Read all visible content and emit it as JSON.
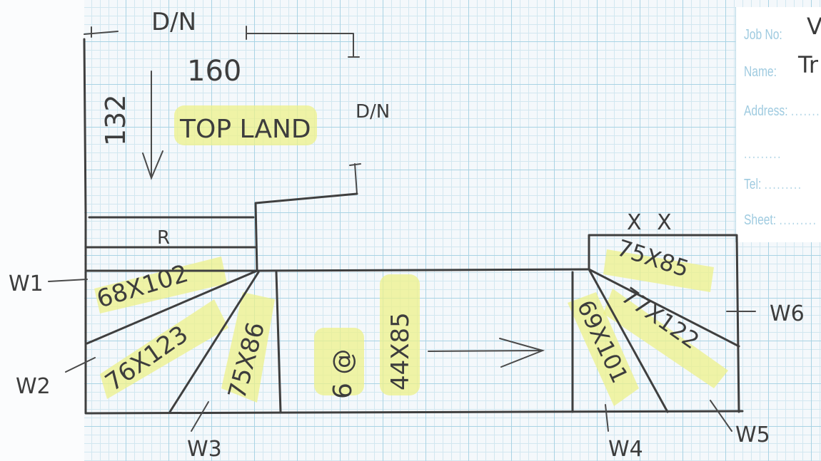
{
  "form": {
    "job_no_label": "Job No:",
    "job_no_value": "V",
    "name_label": "Name:",
    "name_value": "Tr",
    "address_label": "Address:",
    "tel_label": "Tel:",
    "sheet_label": "Sheet:",
    "dots": "........."
  },
  "sketch": {
    "top_dn_label": "D/N",
    "top_width": "160",
    "left_height": "132",
    "right_dn_label": "D/N",
    "landing_label": "TOP LAND",
    "riser_label": "R",
    "xx_mark": "X X",
    "flight_label": "6 @",
    "flight_dims": "44X85",
    "winders": [
      {
        "name": "W1",
        "dims": "68X102"
      },
      {
        "name": "W2",
        "dims": "76X123"
      },
      {
        "name": "W3",
        "dims": "75X86"
      },
      {
        "name": "W4",
        "dims": "69X101"
      },
      {
        "name": "W5",
        "dims": "77X122"
      },
      {
        "name": "W6",
        "dims": "75X85"
      }
    ],
    "right_winder_label": "W6"
  },
  "colors": {
    "ink": "#3f3f3f",
    "highlight": "#eef28a",
    "grid": "#a9d3e4",
    "form_text": "#9fcbe0"
  }
}
